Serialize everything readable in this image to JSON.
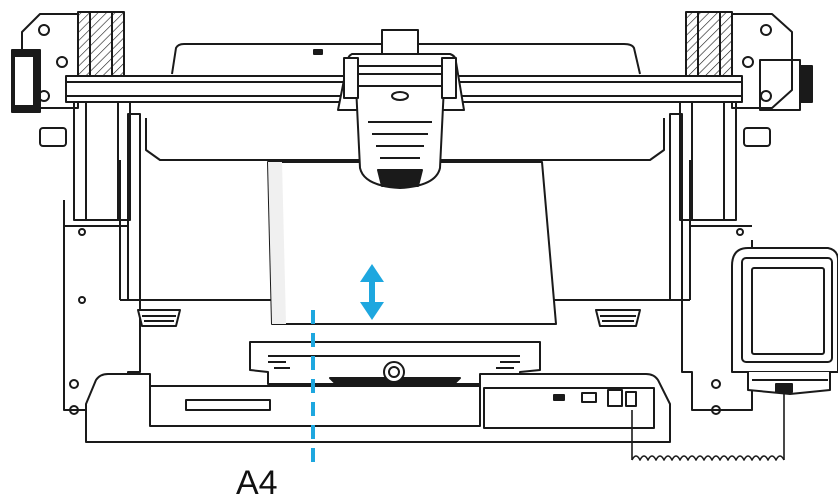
{
  "diagram": {
    "label_a4": "A4",
    "icons": [
      "double-arrow-icon",
      "printer-frame",
      "print-head",
      "touch-screen",
      "coiled-cable"
    ],
    "colors": {
      "line": "#1a1a1a",
      "dashed_guide": "#1ea7df",
      "arrow": "#1ea7df",
      "paper": "#ffffff",
      "shade": "#e9e9e9"
    }
  }
}
